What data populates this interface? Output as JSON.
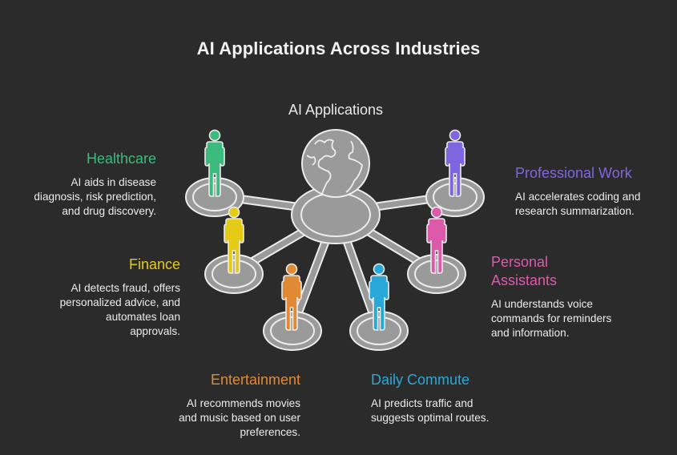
{
  "title": "AI Applications Across Industries",
  "hub": {
    "label": "AI Applications",
    "icon": "globe-icon",
    "platform_color": "#9a9a9a",
    "outline_color": "#ececec"
  },
  "background_color": "#2b2b2b",
  "industries": [
    {
      "id": "healthcare",
      "heading": "Healthcare",
      "description_lines": [
        "AI aids in disease",
        "diagnosis, risk prediction,",
        "and drug discovery."
      ],
      "color": "#3dbb7f",
      "icon": "person-icon"
    },
    {
      "id": "finance",
      "heading": "Finance",
      "description_lines": [
        "AI detects fraud, offers",
        "personalized advice, and",
        "automates loan",
        "approvals."
      ],
      "color": "#e6cb16",
      "icon": "person-icon"
    },
    {
      "id": "entertainment",
      "heading": "Entertainment",
      "description_lines": [
        "AI recommends movies",
        "and music based on user",
        "preferences."
      ],
      "color": "#e08a36",
      "icon": "person-icon"
    },
    {
      "id": "daily-commute",
      "heading": "Daily Commute",
      "description_lines": [
        "AI predicts traffic and",
        "suggests optimal routes."
      ],
      "color": "#27a8d8",
      "icon": "person-icon"
    },
    {
      "id": "personal-assistants",
      "heading_lines": [
        "Personal",
        "Assistants"
      ],
      "description_lines": [
        "AI understands voice",
        "commands for reminders",
        "and information."
      ],
      "color": "#dd5aab",
      "icon": "person-icon"
    },
    {
      "id": "professional-work",
      "heading": "Professional Work",
      "description_lines": [
        "AI accelerates coding and",
        "research summarization."
      ],
      "color": "#7f66e0",
      "icon": "person-icon"
    }
  ]
}
